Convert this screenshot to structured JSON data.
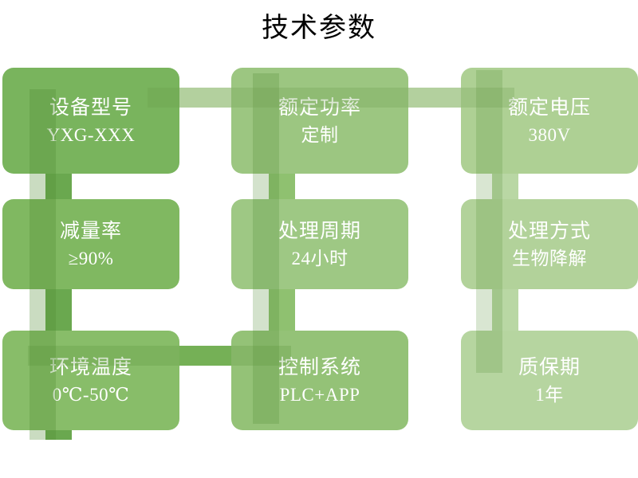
{
  "page": {
    "title": "技术参数",
    "background": "#ffffff",
    "text_color": "#ffffff",
    "title_color": "#000000"
  },
  "palette": {
    "card_1": "#79b45d",
    "card_2": "#9cc681",
    "card_3": "#aed094",
    "card_4": "#80b861",
    "card_5": "#9ec884",
    "card_6": "#b2d29a",
    "card_7": "#88bd69",
    "card_8": "#94c277",
    "card_9": "#b6d5a0",
    "connector_dark": "#6aa84f",
    "connector_mid": "#8fc170",
    "connector_light": "#b9d7a4",
    "connector_pale": "#c9e0b8"
  },
  "cards": [
    {
      "id": "device-model",
      "title": "设备型号",
      "value": "YXG-XXX",
      "fill": "#79b45d"
    },
    {
      "id": "rated-power",
      "title": "额定功率",
      "value": "定制",
      "fill": "#9cc681"
    },
    {
      "id": "rated-voltage",
      "title": "额定电压",
      "value": "380V",
      "fill": "#aed094"
    },
    {
      "id": "reduction-rate",
      "title": "减量率",
      "value": "≥90%",
      "fill": "#80b861"
    },
    {
      "id": "processing-cycle",
      "title": "处理周期",
      "value": "24小时",
      "fill": "#9ec884"
    },
    {
      "id": "processing-method",
      "title": "处理方式",
      "value": "生物降解",
      "fill": "#b2d29a"
    },
    {
      "id": "ambient-temperature",
      "title": "环境温度",
      "value": "0℃-50℃",
      "fill": "#88bd69"
    },
    {
      "id": "control-system",
      "title": "控制系统",
      "value": "PLC+APP",
      "fill": "#94c277"
    },
    {
      "id": "warranty-period",
      "title": "质保期",
      "value": "1年",
      "fill": "#b6d5a0"
    }
  ],
  "connectors": {
    "vertical": [
      {
        "id": "column-left",
        "color": "#6aa84f"
      },
      {
        "id": "column-middle",
        "color": "#8fc170"
      },
      {
        "id": "column-right",
        "color": "#b9d7a4"
      }
    ],
    "horizontal": [
      {
        "id": "top-row-link",
        "color": "#c9e0b8"
      },
      {
        "id": "bottom-row-link",
        "color": "#7fba61"
      }
    ]
  }
}
